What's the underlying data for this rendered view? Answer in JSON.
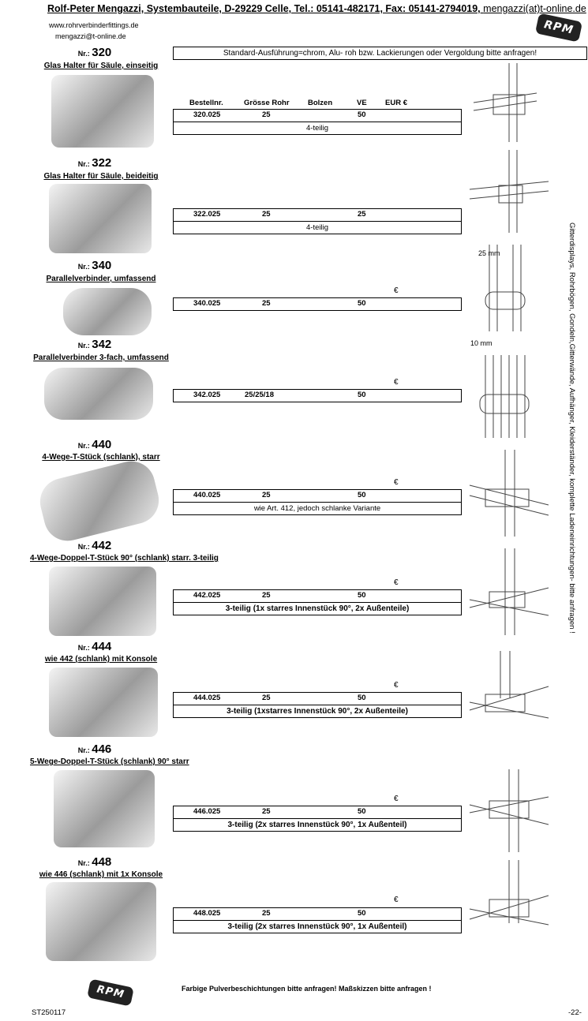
{
  "header": {
    "company": "Rolf-Peter Mengazzi, Systembauteile, D-29229 Celle, Tel.: 05141-482171, Fax: 05141-2794019,",
    "email": "mengazzi(at)t-online.de",
    "website": "www.rohrverbinderfittings.de",
    "email2": "mengazzi@t-online.de",
    "logo_text": "RPM"
  },
  "standard_note": "Standard-Ausführung=chrom, Alu- roh bzw. Lackierungen oder Vergoldung bitte anfragen!",
  "columns": [
    "Bestellnr.",
    "Grösse Rohr",
    "Bolzen",
    "VE",
    "EUR €"
  ],
  "nr_prefix": "Nr.:",
  "euro_sign": "€",
  "side_text": "Gitterdisplays, Rohrbögen, Gondeln,Gitterwände, Aufhänger, Kleiderständer, komplette Ladeneinrichtungen- bitte anfragen !",
  "dims": {
    "d1": "25 mm",
    "d2": "10 mm"
  },
  "products": [
    {
      "nr": "320",
      "title": "Glas Halter für Säule, einseitig",
      "order": "320.025",
      "size": "25",
      "ve": "50",
      "note": "4-teilig"
    },
    {
      "nr": "322",
      "title": "Glas Halter für Säule, beideitig",
      "order": "322.025",
      "size": "25",
      "ve": "25",
      "note": "4-teilig"
    },
    {
      "nr": "340",
      "title": "Parallelverbinder, umfassend",
      "order": "340.025",
      "size": "25",
      "ve": "50",
      "note": ""
    },
    {
      "nr": "342",
      "title": "Parallelverbinder 3-fach, umfassend",
      "order": "342.025",
      "size": "25/25/18",
      "ve": "50",
      "note": ""
    },
    {
      "nr": "440",
      "title": "4-Wege-T-Stück (schlank), starr",
      "order": "440.025",
      "size": "25",
      "ve": "50",
      "note": "wie Art. 412, jedoch schlanke Variante"
    },
    {
      "nr": "442",
      "title": "4-Wege-Doppel-T-Stück 90° (schlank) starr. 3-teilig",
      "order": "442.025",
      "size": "25",
      "ve": "50",
      "note": "3-teilig (1x starres Innenstück 90°, 2x Außenteile)"
    },
    {
      "nr": "444",
      "title": "wie 442 (schlank) mit Konsole",
      "order": "444.025",
      "size": "25",
      "ve": "50",
      "note": "3-teilig (1xstarres Innenstück 90°, 2x Außenteile)"
    },
    {
      "nr": "446",
      "title": "5-Wege-Doppel-T-Stück (schlank) 90° starr",
      "order": "446.025",
      "size": "25",
      "ve": "50",
      "note": "3-teilig (2x starres Innenstück 90°, 1x Außenteil)"
    },
    {
      "nr": "448",
      "title": "wie 446 (schlank) mit 1x Konsole",
      "order": "448.025",
      "size": "25",
      "ve": "50",
      "note": "3-teilig (2x starres Innenstück 90°, 1x Außenteil)"
    }
  ],
  "footer": {
    "note": "Farbige Pulverbeschichtungen bitte anfragen! Maßskizzen bitte anfragen !",
    "code": "ST250117",
    "page": "-22-"
  }
}
